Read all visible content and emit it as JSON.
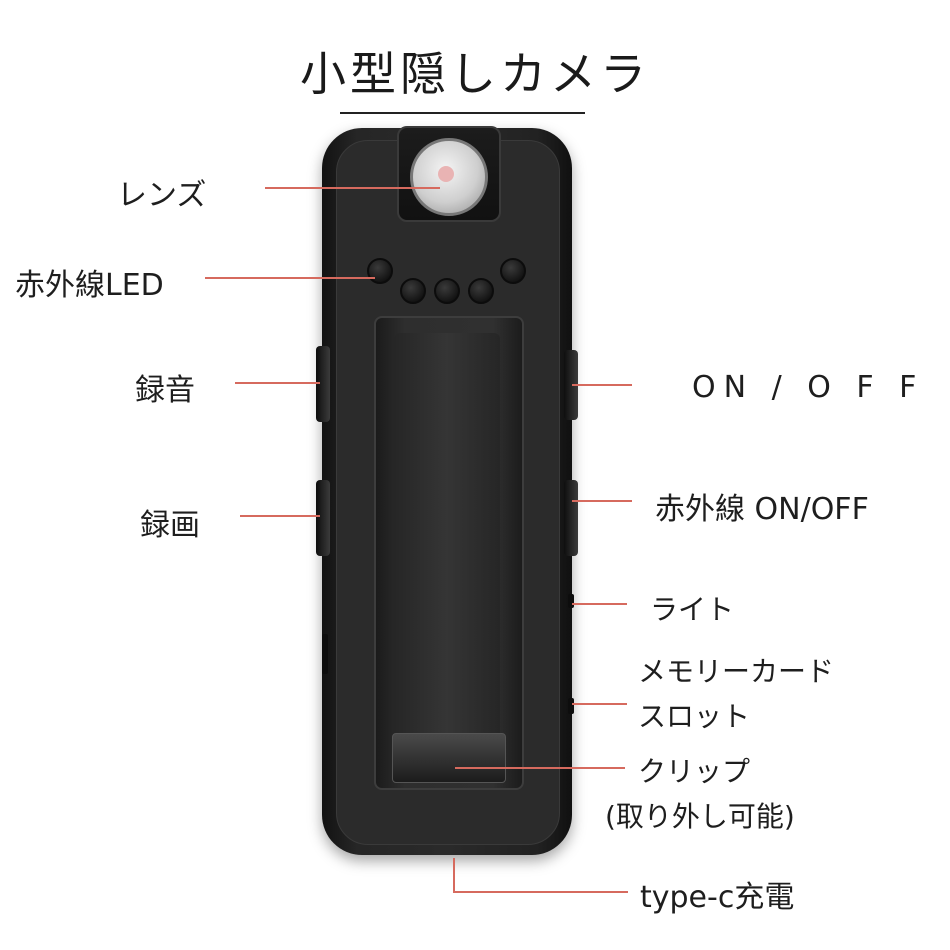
{
  "title": "小型隠しカメラ",
  "labels": {
    "lens": "レンズ",
    "ir_led": "赤外線LED",
    "audio_rec": "録音",
    "video_rec": "録画",
    "power": "ON / O F F",
    "ir_toggle": "赤外線 ON/OFF",
    "light": "ライト",
    "memory_card_1": "メモリーカード",
    "memory_card_2": "スロット",
    "clip_1": "クリップ",
    "clip_2": "(取り外し可能)",
    "charging": "type-c充電"
  },
  "colors": {
    "leader_line": "#d66a5e",
    "device_body": "#2a2a2a",
    "background": "#ffffff"
  }
}
